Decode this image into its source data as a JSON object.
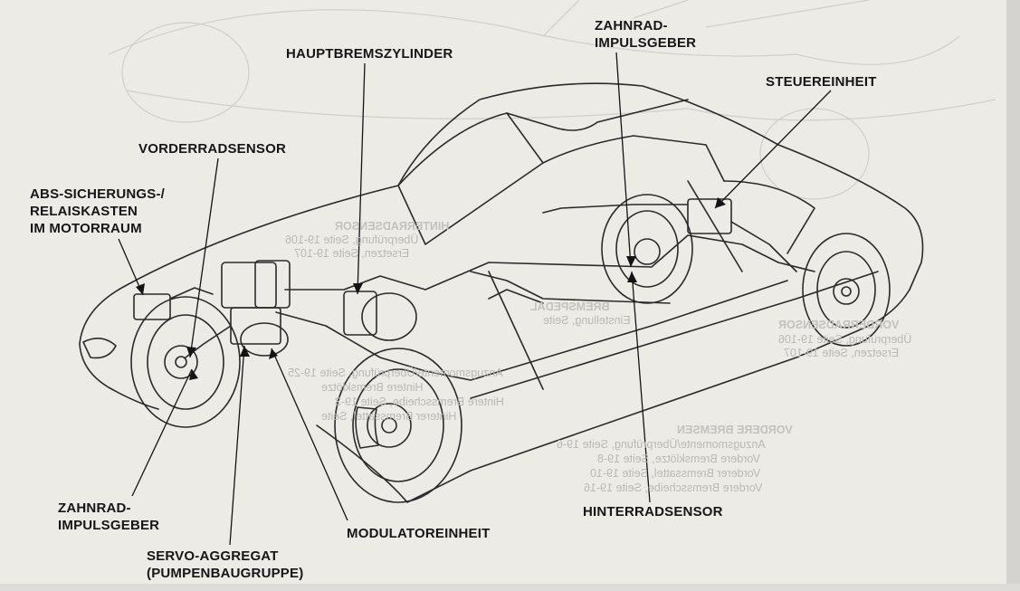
{
  "callouts": {
    "zahnrad_top": [
      "ZAHNRAD-",
      "IMPULSGEBER"
    ],
    "hauptbremszylinder": "HAUPTBREMSZYLINDER",
    "steuereinheit": "STEUEREINHEIT",
    "vorderradsensor": "VORDERRADSENSOR",
    "abs_kasten": [
      "ABS-SICHERUNGS-/",
      "RELAISKASTEN",
      "IM MOTORRAUM"
    ],
    "zahnrad_bottom": [
      "ZAHNRAD-",
      "IMPULSGEBER"
    ],
    "servo": [
      "SERVO-AGGREGAT",
      "(PUMPENBAUGRUPPE)"
    ],
    "modulatoreinheit": "MODULATOREINHEIT",
    "hinterradsensor": "HINTERRADSENSOR"
  },
  "ghost_text": {
    "hinterradsensor": {
      "title": "HINTERRADSENSOR",
      "lines": [
        "Überprüfung, Seite 19-106",
        "Ersetzen, Seite 19-107"
      ]
    },
    "bremspedal": {
      "title": "BREMSPEDAL",
      "lines": [
        "Einstellung, Seite"
      ]
    },
    "vorderradsensor": {
      "title": "VORDERRADSENSOR",
      "lines": [
        "Überprüfung, Seite 19-106",
        "Ersetzen, Seite 19-107"
      ]
    },
    "vordere_bremsen": {
      "title": "VORDERE BREMSEN",
      "lines": [
        "Anzugsmomente/Überprüfung, Seite 19-6",
        "Vordere Bremsklötze, Seite 19-8",
        "Vorderer Bremssattel, Seite 19-10",
        "Vordere Bremsscheibe, Seite 19-16"
      ]
    },
    "hintere_bremsen": {
      "lines": [
        "Anzugsmomente/Überprüfung, Seite 19-25",
        "Hintere Bremsklötze",
        "Hintere Bremsscheibe, Seite 19-3",
        "Hinterer Bremssattel, Seite"
      ]
    }
  }
}
